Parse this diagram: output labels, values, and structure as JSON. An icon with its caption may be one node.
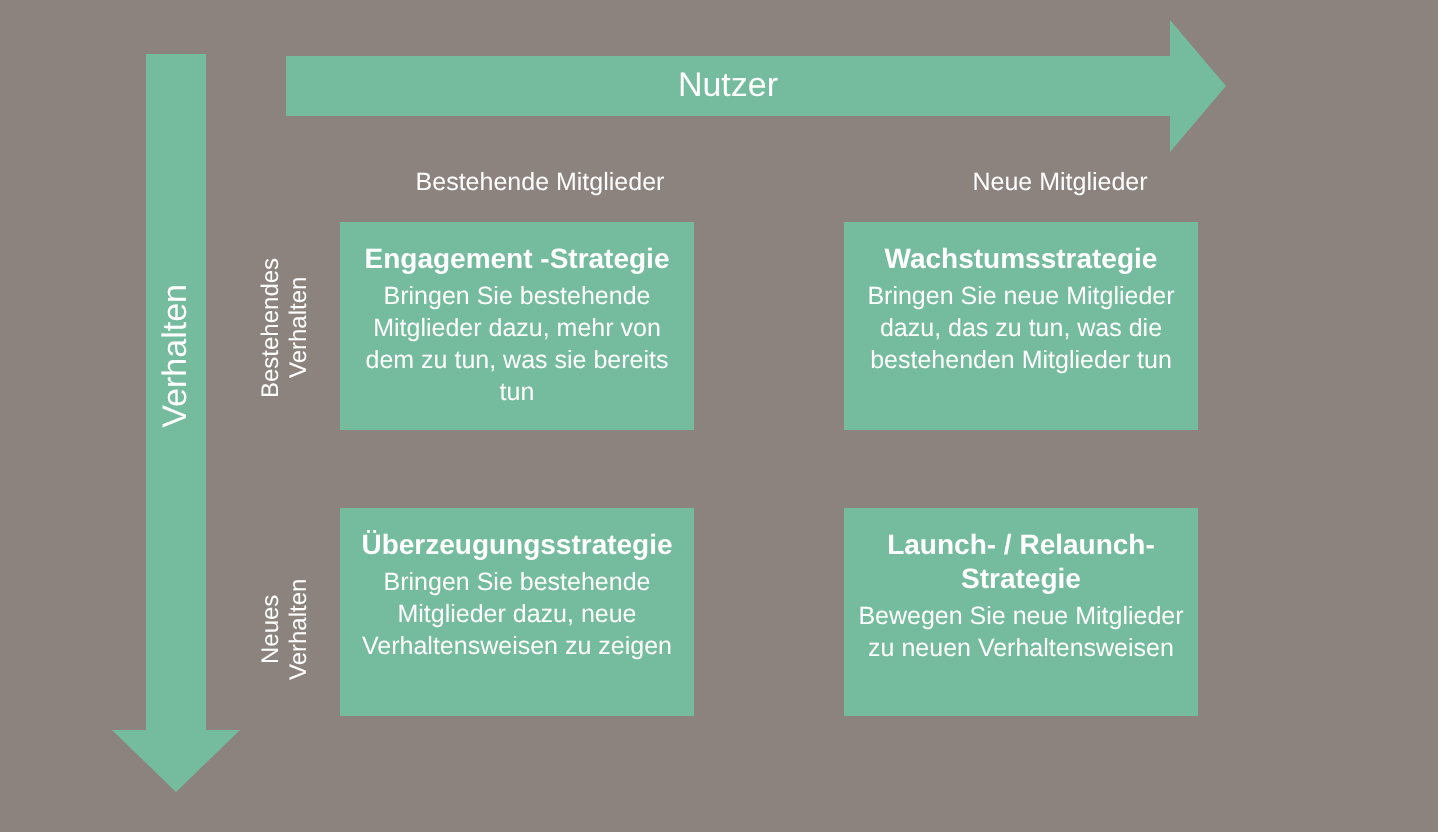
{
  "diagram": {
    "nodes": [
      {
        "text": [
          "Nutzer"
        ]
      },
      {
        "text": [
          "Verhalten"
        ]
      },
      {
        "text": [
          "Engagement -Strategie",
          "Bringen Sie bestehende Mitglieder dazu, mehr von dem zu tun, was sie bereits tun"
        ]
      },
      {
        "text": [
          "Wachstumsstrategie",
          "Bringen Sie neue Mitglieder dazu, das zu tun, was die bestehenden Mitglieder tun"
        ]
      },
      {
        "text": [
          "Überzeugungsstrategie",
          "Bringen Sie bestehende Mitglieder dazu, neue Verhaltensweisen zu zeigen"
        ]
      },
      {
        "text": [
          "Launch- / Relaunch-Strategie",
          "Bewegen Sie neue Mitglieder zu neuen Verhaltensweisen"
        ]
      }
    ],
    "labels": [
      "Bestehende Mitglieder",
      "Neue Mitglieder",
      "Bestehendes Verhalten",
      "Neues Verhalten"
    ]
  }
}
